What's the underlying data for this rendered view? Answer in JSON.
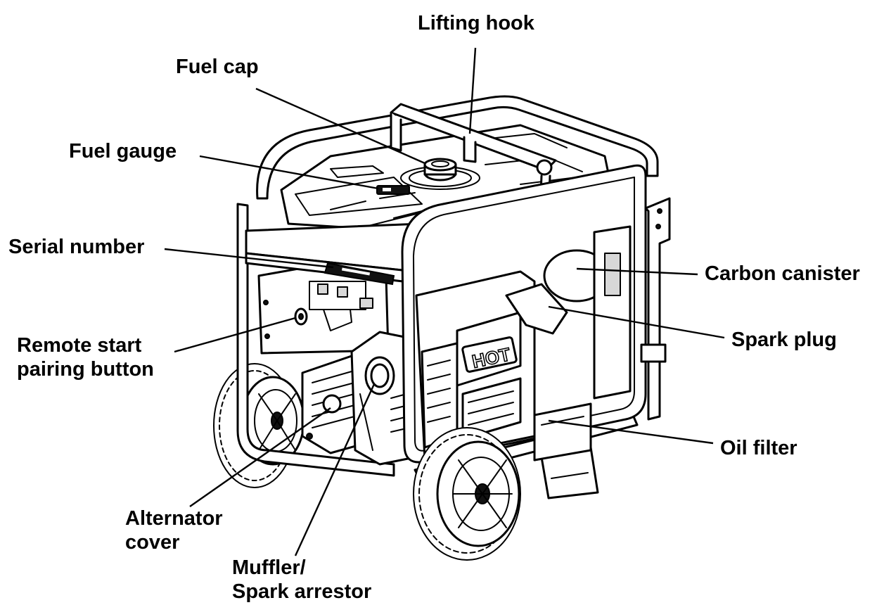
{
  "labels": {
    "lifting_hook": "Lifting hook",
    "fuel_cap": "Fuel cap",
    "fuel_gauge": "Fuel gauge",
    "serial_number": "Serial number",
    "remote_start_line1": "Remote start",
    "remote_start_line2": "pairing button",
    "carbon_canister": "Carbon canister",
    "spark_plug": "Spark plug",
    "oil_filter": "Oil filter",
    "alternator_line1": "Alternator",
    "alternator_line2": "cover",
    "muffler_line1": "Muffler/",
    "muffler_line2": "Spark arrestor"
  },
  "brand_mark": "HOT"
}
